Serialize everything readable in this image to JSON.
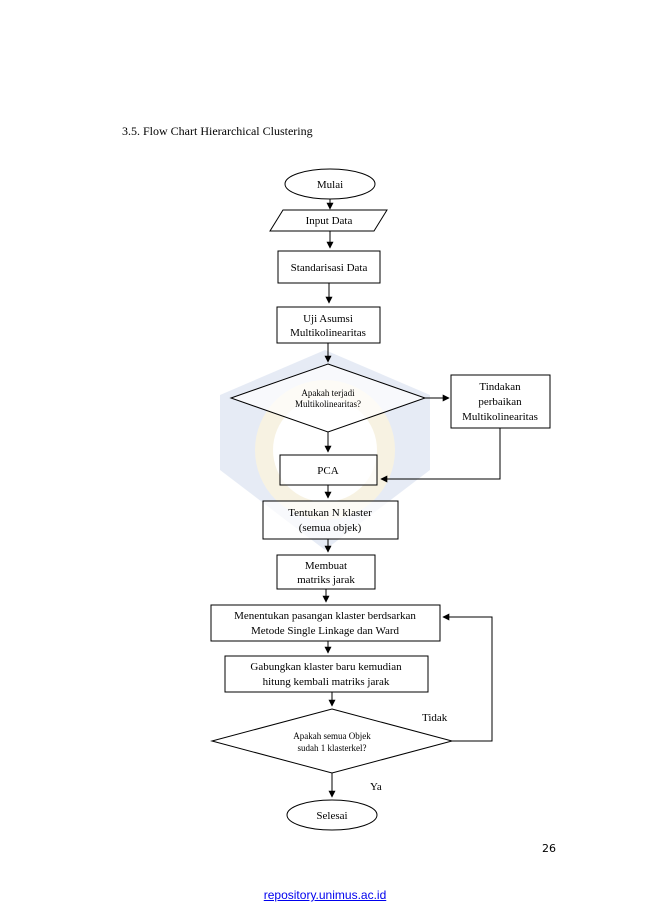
{
  "heading": "3.5. Flow Chart Hierarchical Clustering",
  "flowchart": {
    "start": "Mulai",
    "input": "Input Data",
    "standardize": "Standarisasi Data",
    "assumption_test": [
      "Uji Asumsi",
      "Multikolinearitas"
    ],
    "decision_multicollinearity": [
      "Apakah terjadi",
      "Multikolinearitas?"
    ],
    "remedy": [
      "Tindakan",
      "perbaikan",
      "Multikolinearitas"
    ],
    "pca": "PCA",
    "n_clusters": [
      "Tentukan N klaster",
      "(semua objek)"
    ],
    "distance_matrix": [
      "Membuat",
      "matriks jarak"
    ],
    "pair_clusters": [
      "Menentukan pasangan klaster berdsarkan",
      "Metode Single Linkage dan Ward"
    ],
    "merge": [
      "Gabungkan klaster baru kemudian",
      "hitung kembali matriks jarak"
    ],
    "decision_all_objects": [
      "Apakah semua Objek",
      "sudah 1 klasterkel?"
    ],
    "label_no": "Tidak",
    "label_yes": "Ya",
    "end": "Selesai"
  },
  "page_number": "26",
  "footer_link": "repository.unimus.ac.id"
}
